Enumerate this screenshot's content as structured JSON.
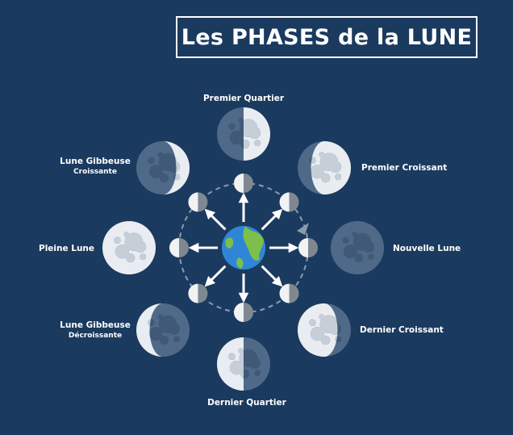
{
  "title": "Les PHASES de la LUNE",
  "colors": {
    "background": "#1b3a5f",
    "moon_lit": "#e9edf1",
    "moon_dark": "#4f6a88",
    "crater_lit": "#c6ced8",
    "crater_dark": "#3f5977",
    "small_lit": "#f0f2f4",
    "small_dark": "#7f8891",
    "ocean": "#2f86d6",
    "land": "#7cc04b",
    "arrow": "#ffffff",
    "orbit": "#8a9bb0"
  },
  "center_icon": "earth-globe-icon",
  "phases": [
    {
      "id": "nouvelle-lune",
      "label": "Nouvelle Lune",
      "sub": "",
      "lit": 0.0,
      "side": "none"
    },
    {
      "id": "premier-croissant",
      "label": "Premier Croissant",
      "sub": "",
      "lit": 0.25,
      "side": "right"
    },
    {
      "id": "premier-quartier",
      "label": "Premier Quartier",
      "sub": "",
      "lit": 0.5,
      "side": "right"
    },
    {
      "id": "lune-gibbeuse-croissante",
      "label": "Lune Gibbeuse",
      "sub": "Croissante",
      "lit": 0.75,
      "side": "right"
    },
    {
      "id": "pleine-lune",
      "label": "Pleine Lune",
      "sub": "",
      "lit": 1.0,
      "side": "full"
    },
    {
      "id": "lune-gibbeuse-decroissante",
      "label": "Lune Gibbeuse",
      "sub": "Décroissante",
      "lit": 0.75,
      "side": "left"
    },
    {
      "id": "dernier-quartier-bottom",
      "label": "Dernier Quartier",
      "sub": "",
      "lit": 0.5,
      "side": "left"
    },
    {
      "id": "dernier-croissant",
      "label": "Dernier Croissant",
      "sub": "",
      "lit": 0.25,
      "side": "left"
    }
  ]
}
